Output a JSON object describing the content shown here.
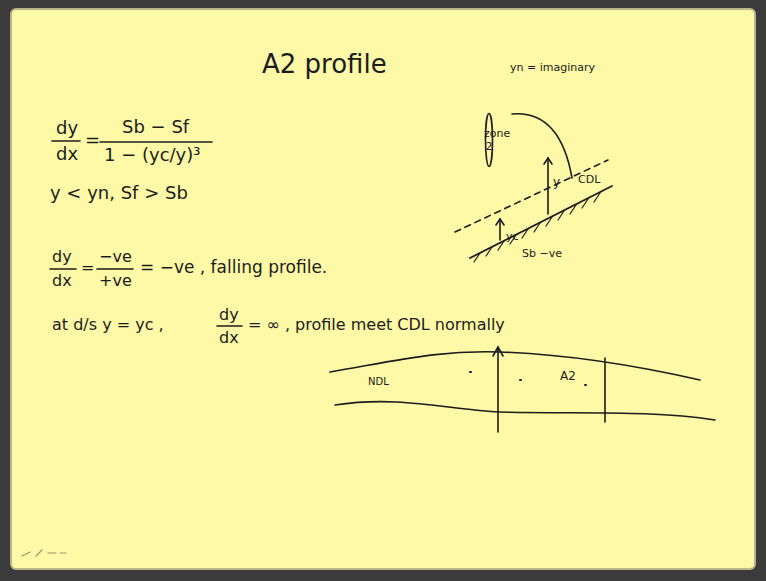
{
  "diagram": {
    "title": "A2 profile",
    "nodes": [
      {
        "text": [
          "zone 2"
        ]
      }
    ],
    "labels": [
      "yn = imaginary",
      "dy",
      "dx",
      "=",
      "Sb − Sf",
      "1 − (yc/y)³",
      "y < yn,  Sf > Sb",
      "CDL",
      "y",
      "yc",
      "Sb −ve",
      "dy",
      "dx",
      "=",
      "−ve",
      "+ve",
      "= −ve ,  falling profile.",
      "at d/s   y = yc ,",
      "dy",
      "dx",
      "= ∞ ,  profile meet CDL normally",
      "A2",
      "NDL"
    ]
  }
}
